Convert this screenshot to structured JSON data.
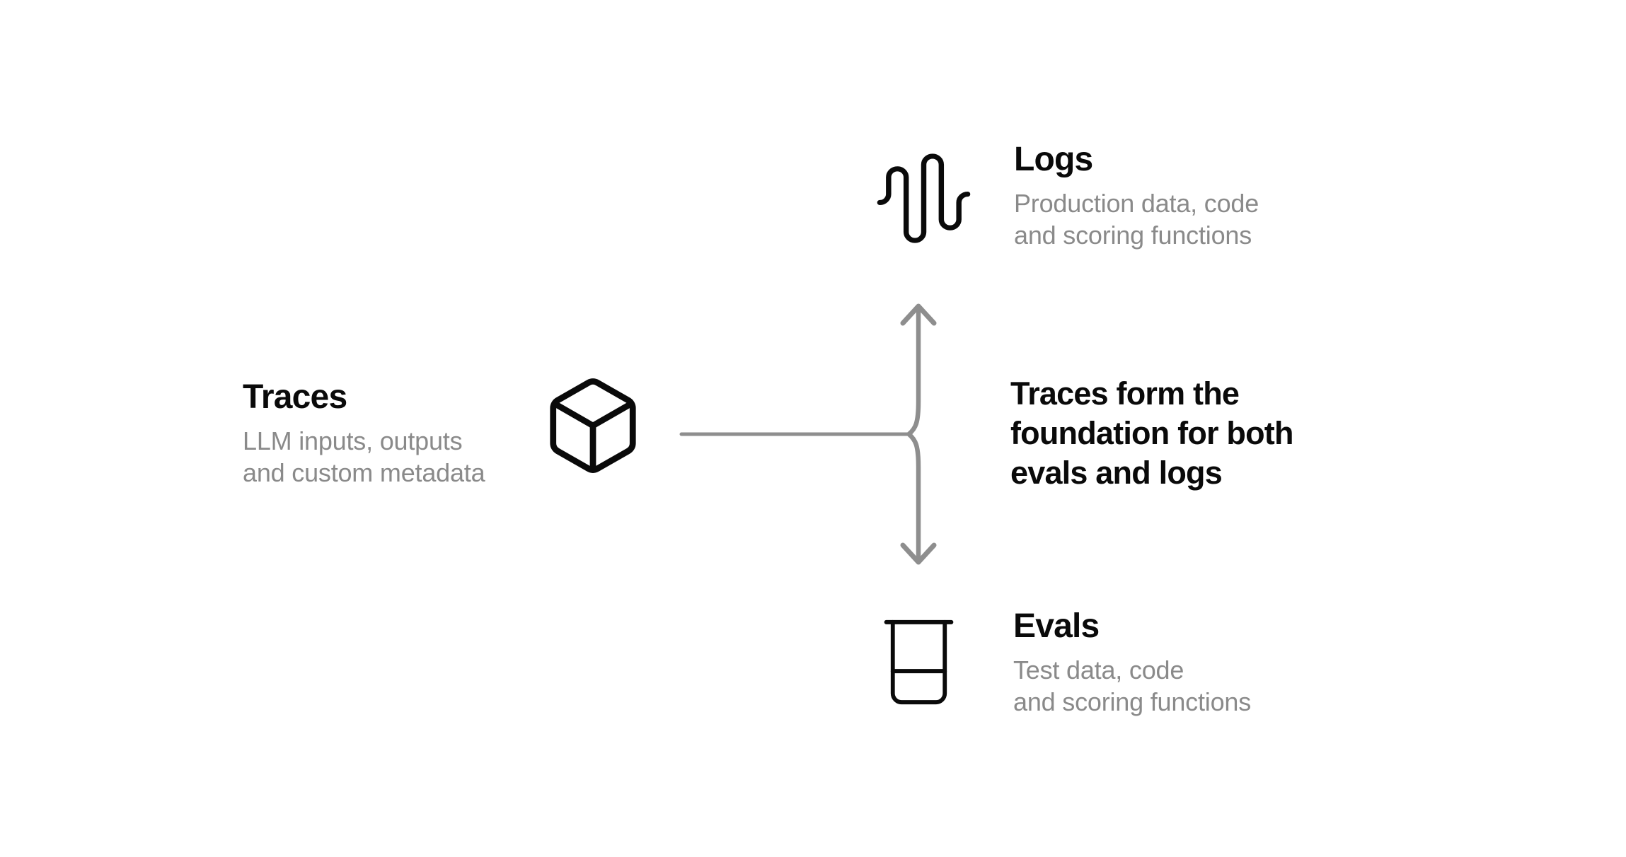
{
  "colors": {
    "background": "#ffffff",
    "text_primary": "#0a0a0a",
    "text_muted": "#8a8a8a",
    "connector": "#8e8e8e",
    "icon_stroke": "#0a0a0a"
  },
  "nodes": {
    "traces": {
      "title": "Traces",
      "description": "LLM inputs, outputs\nand custom metadata",
      "icon": "box-icon"
    },
    "logs": {
      "title": "Logs",
      "description": "Production data, code\nand scoring functions",
      "icon": "waveform-icon"
    },
    "evals": {
      "title": "Evals",
      "description": "Test data, code\nand scoring functions",
      "icon": "beaker-icon"
    }
  },
  "annotation": {
    "text": "Traces form the\nfoundation for both\nevals and logs"
  }
}
